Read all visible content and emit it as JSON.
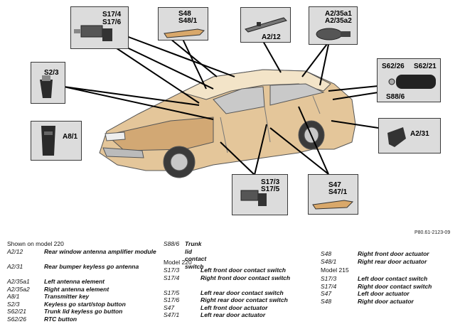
{
  "reference_code": "P80.61-2123-09",
  "callouts": {
    "s17_4_s17_6": [
      "S17/4",
      "S17/6"
    ],
    "s48_s48_1": [
      "S48",
      "S48/1"
    ],
    "a2_12": [
      "A2/12"
    ],
    "a2_35": [
      "A2/35a1",
      "A2/35a2"
    ],
    "s2_3": [
      "S2/3"
    ],
    "s62": [
      "S62/26",
      "S62/21",
      "S88/6"
    ],
    "a8_1": [
      "A8/1"
    ],
    "a2_31": [
      "A2/31"
    ],
    "s17_3_s17_5": [
      "S17/3",
      "S17/5"
    ],
    "s47_s47_1": [
      "S47",
      "S47/1"
    ]
  },
  "legend": {
    "col1_title": "Shown on model 220",
    "col1": [
      {
        "code": "A2/12",
        "desc": "Rear window antenna amplifier module"
      },
      {
        "code": "A2/31",
        "desc": "Rear bumper keyless go antenna"
      },
      {
        "code": "A2/35a1",
        "desc": "Left antenna element"
      },
      {
        "code": "A2/35a2",
        "desc": "Right antenna element"
      },
      {
        "code": "A8/1",
        "desc": "Transmitter key"
      },
      {
        "code": "S2/3",
        "desc": "Keyless go start/stop button"
      },
      {
        "code": "S62/21",
        "desc": "Trunk lid keyless go button"
      },
      {
        "code": "S62/26",
        "desc": "RTC button"
      }
    ],
    "col2_top": {
      "code": "S88/6",
      "desc": "Trunk lid contact switch"
    },
    "col2_title": "Model 220",
    "col2": [
      {
        "code": "S17/3",
        "desc": "Left front door contact switch"
      },
      {
        "code": "S17/4",
        "desc": "Right front door contact switch"
      },
      {
        "code": "S17/5",
        "desc": "Left rear door contact switch"
      },
      {
        "code": "S17/6",
        "desc": "Right rear door contact switch"
      },
      {
        "code": "S47",
        "desc": "Left front door actuator"
      },
      {
        "code": "S47/1",
        "desc": "Left rear door actuator"
      }
    ],
    "col3_top": [
      {
        "code": "S48",
        "desc": "Right front door actuator"
      },
      {
        "code": "S48/1",
        "desc": "Right rear door actuator"
      }
    ],
    "col3_title": "Model 215",
    "col3": [
      {
        "code": "S17/3",
        "desc": "Left door contact switch"
      },
      {
        "code": "S17/4",
        "desc": "Right door contact switch"
      },
      {
        "code": "S47",
        "desc": "Left door actuator"
      },
      {
        "code": "S48",
        "desc": "Right door actuator"
      }
    ]
  }
}
